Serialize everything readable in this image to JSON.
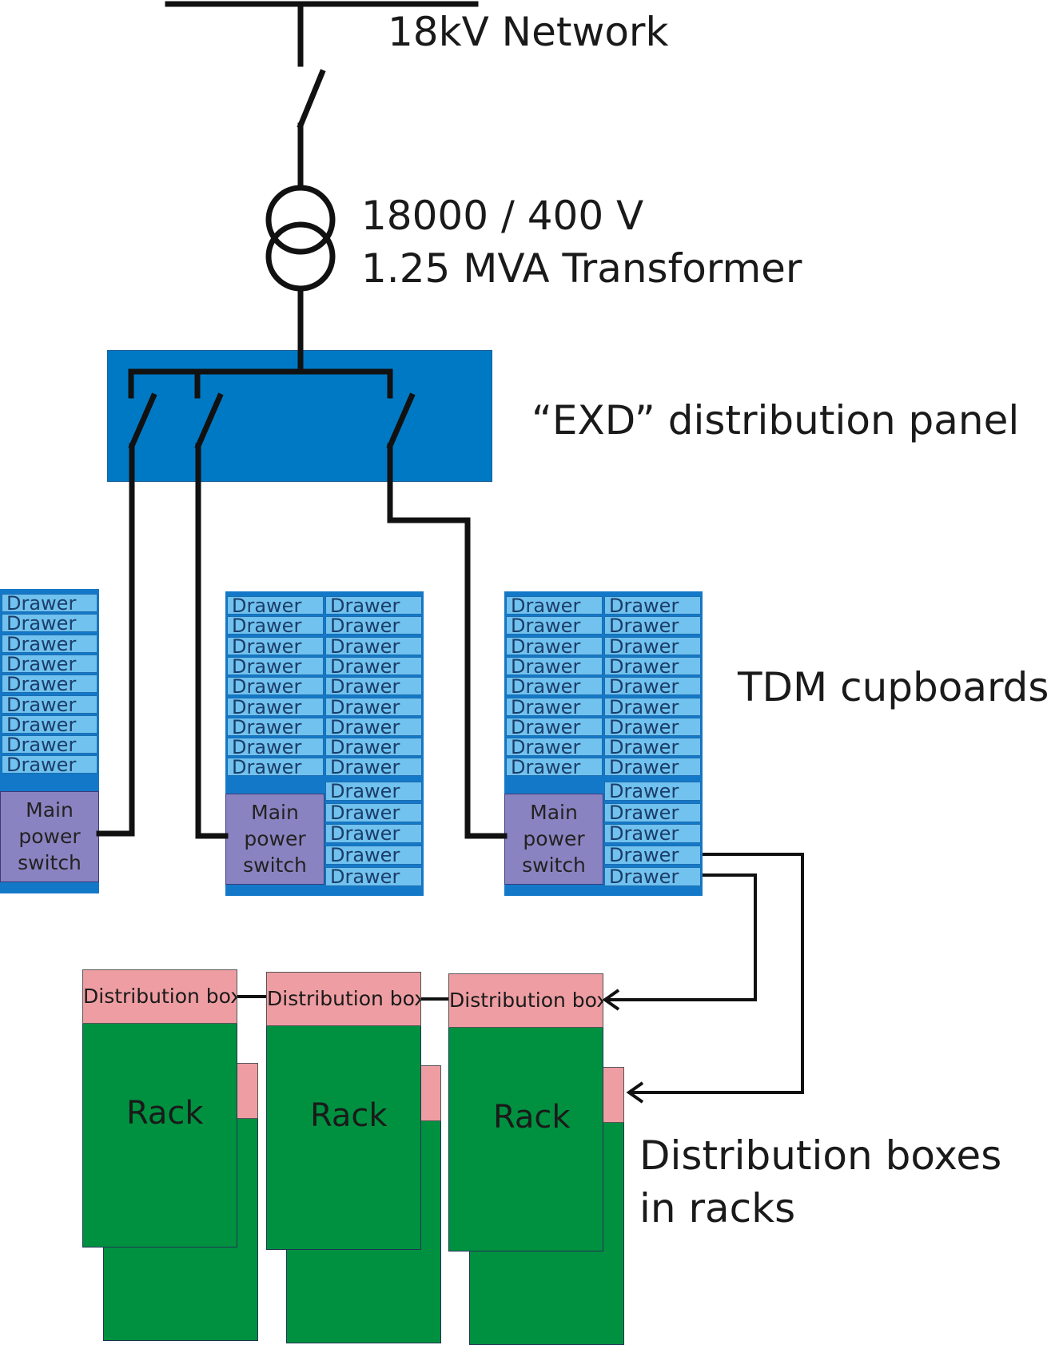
{
  "network": {
    "label": "18kV Network"
  },
  "transformer": {
    "line1": "18000 / 400 V",
    "line2": "1.25 MVA Transformer"
  },
  "panel": {
    "label": "“EXD” distribution panel"
  },
  "cupboards": {
    "label": "TDM cupboards",
    "drawer_label": "Drawer",
    "switch_line1": "Main",
    "switch_line2": "power",
    "switch_line3": "switch"
  },
  "racks": {
    "label_line1": "Distribution boxes",
    "label_line2": "in racks",
    "rack_label": "Rack",
    "box_label": "Distribution box"
  },
  "colors": {
    "panel": "#0079c4",
    "drawer": "#71c2ee",
    "main_power_switch": "#8a83c1",
    "distribution_box": "#ee9ea3",
    "rack": "#009140",
    "wire": "#111111"
  }
}
